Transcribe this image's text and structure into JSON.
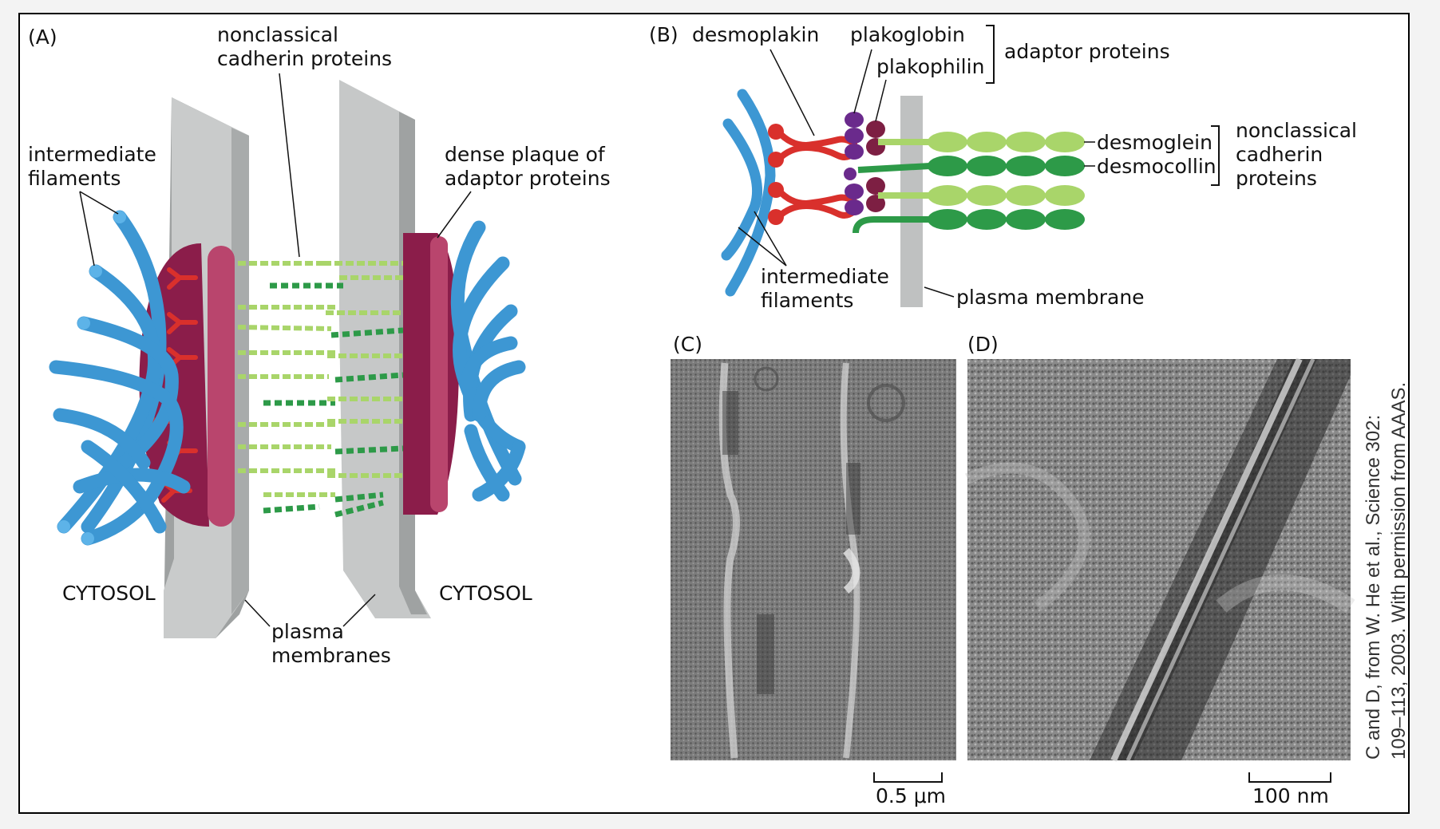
{
  "panel_a": {
    "letter": "(A)",
    "nonclassical_line1": "nonclassical",
    "nonclassical_line2": "cadherin proteins",
    "intermediate_line1": "intermediate",
    "intermediate_line2": "filaments",
    "dense_line1": "dense plaque of",
    "dense_line2": "adaptor proteins",
    "cytosol_left": "CYTOSOL",
    "cytosol_right": "CYTOSOL",
    "plasma_line1": "plasma",
    "plasma_line2": "membranes"
  },
  "panel_b": {
    "letter": "(B)",
    "desmoplakin": "desmoplakin",
    "plakoglobin": "plakoglobin",
    "plakophilin": "plakophilin",
    "adaptor": "adaptor proteins",
    "desmoglein": "desmoglein",
    "desmocollin": "desmocollin",
    "ncad_line1": "nonclassical",
    "ncad_line2": "cadherin",
    "ncad_line3": "proteins",
    "intermediate_line1": "intermediate",
    "intermediate_line2": "filaments",
    "plasma_membrane": "plasma membrane"
  },
  "panel_c": {
    "letter": "(C)",
    "scale": "0.5 μm"
  },
  "panel_d": {
    "letter": "(D)",
    "scale": "100 nm"
  },
  "credit": {
    "line1": "C and D, from W. He et al., Science 302:",
    "line2": "109–113, 2003. With permission from AAAS."
  },
  "colors": {
    "filament": "#3d97d3",
    "plaque": "#8b1d4a",
    "plaque_edge": "#b9456d",
    "membrane": "#bfc1c1",
    "cadherin_light": "#a9d56a",
    "cadherin_dark": "#2d9a48",
    "desmoplakin": "#d9302c",
    "plakoglobin": "#6a2a8c",
    "plakophilin": "#7d1f43"
  }
}
